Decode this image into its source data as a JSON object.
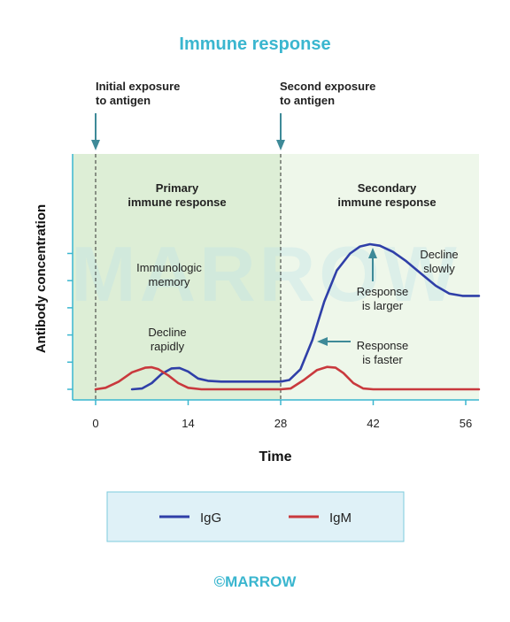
{
  "chart_data": {
    "type": "line",
    "title": "Immune response",
    "xlabel": "Time",
    "ylabel": "Antibody concentration",
    "xlim": [
      -5,
      58.5
    ],
    "ylim": [
      0,
      100
    ],
    "x_ticks": [
      0,
      14,
      28,
      42,
      56
    ],
    "y_ticks": [
      0,
      17.6,
      35.2,
      52.8,
      70.4,
      88
    ],
    "grid": false,
    "legend_position": "bottom",
    "legend": [
      {
        "name": "IgG",
        "color": "#2f3fa8"
      },
      {
        "name": "IgM",
        "color": "#c9393d"
      }
    ],
    "series": [
      {
        "name": "IgG",
        "color": "#2f3fa8",
        "points": [
          [
            5.5,
            0
          ],
          [
            7,
            0.5
          ],
          [
            8.5,
            4
          ],
          [
            10,
            10
          ],
          [
            11.5,
            13.5
          ],
          [
            12.7,
            13.8
          ],
          [
            14,
            11.5
          ],
          [
            15.5,
            7
          ],
          [
            17,
            5.5
          ],
          [
            19,
            5
          ],
          [
            24,
            5
          ],
          [
            28,
            5
          ],
          [
            29.3,
            6
          ],
          [
            31,
            13
          ],
          [
            32.8,
            32
          ],
          [
            34.6,
            57
          ],
          [
            36.5,
            77
          ],
          [
            38.5,
            88
          ],
          [
            40,
            92.5
          ],
          [
            41.5,
            94
          ],
          [
            43,
            93
          ],
          [
            45,
            89
          ],
          [
            47,
            83
          ],
          [
            49.5,
            74
          ],
          [
            51.5,
            67
          ],
          [
            53.5,
            62
          ],
          [
            55.5,
            60.5
          ],
          [
            58,
            60.5
          ]
        ]
      },
      {
        "name": "IgM",
        "color": "#c9393d",
        "points": [
          [
            0,
            0
          ],
          [
            1.5,
            1
          ],
          [
            3.5,
            5
          ],
          [
            5.5,
            11
          ],
          [
            7.5,
            14
          ],
          [
            8.5,
            14.3
          ],
          [
            9.5,
            13
          ],
          [
            11,
            9
          ],
          [
            12.5,
            4
          ],
          [
            14,
            1
          ],
          [
            16,
            0
          ],
          [
            28,
            0
          ],
          [
            29.5,
            0.5
          ],
          [
            31.5,
            6
          ],
          [
            33.5,
            12.5
          ],
          [
            35,
            14.5
          ],
          [
            36.3,
            14
          ],
          [
            37.5,
            10.5
          ],
          [
            39,
            4
          ],
          [
            40.5,
            0.5
          ],
          [
            42,
            0
          ],
          [
            58,
            0
          ]
        ]
      }
    ],
    "regions": [
      {
        "name": "Primary\nimmune response",
        "x_start": -3.5,
        "x_end": 28
      },
      {
        "name": "Secondary\nimmune response",
        "x_start": 28,
        "x_end": 58
      }
    ],
    "markers": [
      {
        "x": 0,
        "label": "Initial exposure\nto antigen"
      },
      {
        "x": 28,
        "label": "Second exposure\nto antigen"
      }
    ],
    "annotations": [
      {
        "text": "Immunologic\nmemory"
      },
      {
        "text": "Decline\nrapidly"
      },
      {
        "text": "Response\nis larger"
      },
      {
        "text": "Decline\nslowly"
      },
      {
        "text": "Response\nis faster"
      }
    ]
  },
  "watermark": "MARROW",
  "credit": "©MARROW",
  "colors": {
    "title": "#3ab6cf",
    "primary_region": "#ddeed6",
    "secondary_region": "#eef7ea",
    "axis": "#3ab6cf",
    "marker": "#3e8a98",
    "legend_bg": "#dff1f7",
    "legend_border": "#7ccbdc",
    "credit": "#3ab6cf"
  }
}
